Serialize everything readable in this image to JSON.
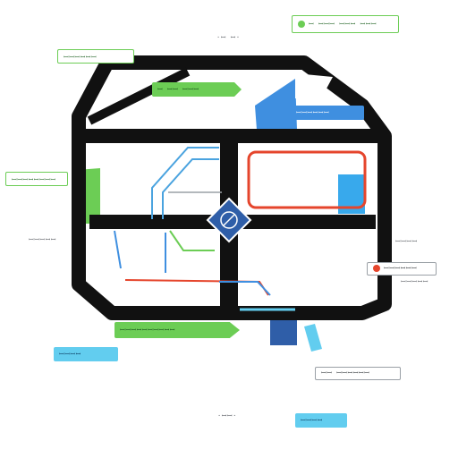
{
  "labels": {
    "top_right": "ꟷ ꟷꟷꟷ ꟷꟷꟷ ꟷꟷꟷ",
    "top_center": "·ꟷ ꟷ·",
    "top_left": "ꟷꟷꟷꟷꟷꟷ",
    "inner_green": "ꟷ ꟷꟷ ꟷꟷꟷ",
    "blue_bar": "ꟷꟷꟷꟷꟷꟷ",
    "left_green": "ꟷꟷꟷꟷꟷꟷꟷꟷ",
    "left_mid": "ꟷꟷꟷꟷꟷ",
    "right_mid": "ꟷꟷꟷꟷ",
    "right_red": "ꟷꟷꟷꟷꟷꟷ",
    "right_red_sub": "ꟷꟷꟷꟷꟷ",
    "bottom_green": "ꟷꟷꟷꟷꟷꟷꟷꟷꟷꟷ",
    "left_cyan": "ꟷꟷꟷꟷ",
    "right_outline": "ꟷꟷ ꟷꟷꟷꟷꟷꟷ",
    "bottom_center": "·ꟷꟷ·",
    "bottom_cyan": "ꟷꟷꟷꟷ"
  },
  "colors": {
    "frame": "#111111",
    "accent_green": "#6ccd55",
    "accent_blue": "#3f8fe0",
    "accent_cyan": "#62cdef",
    "accent_red": "#e5452c",
    "hub": "#2f5ea8"
  },
  "icons": {
    "hub": "compass-icon",
    "corner": "pencil-icon",
    "green_dot": "circle-icon",
    "red_dot": "alert-icon"
  }
}
